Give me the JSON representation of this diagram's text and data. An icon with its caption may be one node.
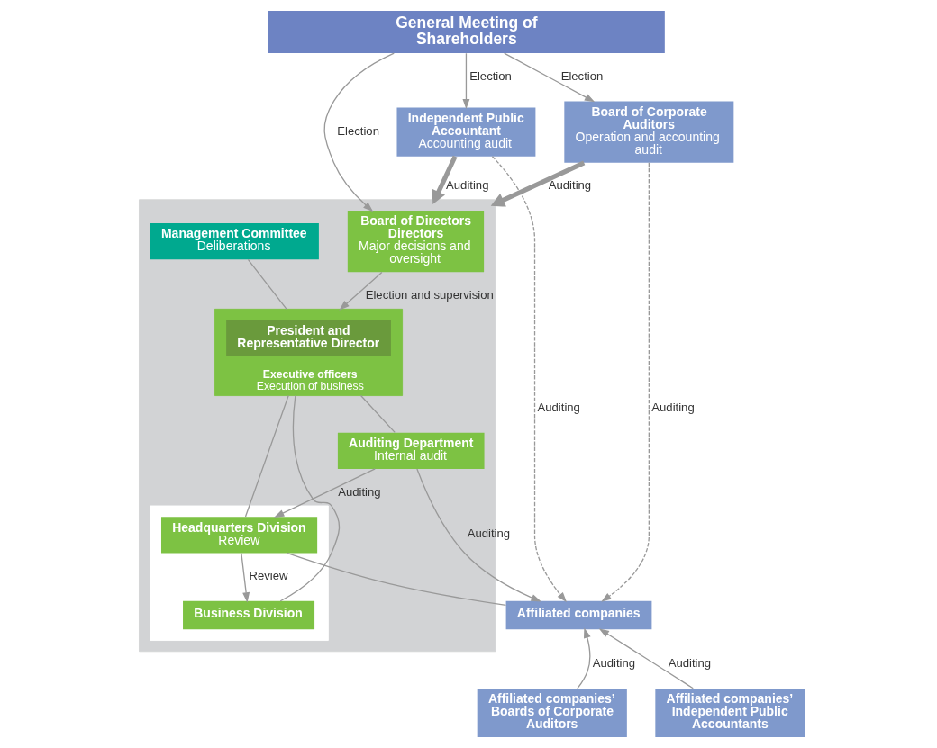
{
  "diagram": {
    "nodes": [
      {
        "text": [
          "General Meeting of Shareholders"
        ]
      },
      {
        "text": [
          "Board of Corporate Auditors",
          "Operation and accounting audit"
        ]
      },
      {
        "text": [],
        "shape": "box"
      },
      {
        "text": [
          "Board of Directors",
          "Directors",
          "Major decisions and oversight"
        ],
        "in": 2
      },
      {
        "text": [
          "Management Committee",
          "Deliberations"
        ],
        "in": 2
      },
      {
        "text": [
          "Executive officers",
          "Execution of business"
        ],
        "in": 2
      },
      {
        "text": [
          "President and Representative Director"
        ],
        "in": 5
      },
      {
        "text": [
          "Auditing Department",
          "Internal audit"
        ],
        "in": 2
      },
      {
        "text": [],
        "shape": "box",
        "in": 2
      },
      {
        "text": [
          "Headquarters Division",
          "Review"
        ],
        "in": 8
      },
      {
        "text": [
          "Business Division"
        ],
        "in": 8
      },
      {
        "text": [
          "Independent Public Accountant",
          "Accounting audit"
        ]
      },
      {
        "text": [
          "Affiliated companies"
        ]
      },
      {
        "text": [
          "Affiliated companies’ Boards of Corporate Auditors"
        ]
      },
      {
        "text": [
          "Affiliated companies’ Independent Public Accountants"
        ]
      }
    ],
    "edges": [
      {
        "from": 0,
        "to": 1,
        "arrow": "to",
        "label": "Election"
      },
      {
        "from": 0,
        "to": 3,
        "arrow": "to",
        "label": "Election"
      },
      {
        "from": 0,
        "to": 11,
        "arrow": "to",
        "label": "Election"
      },
      {
        "from": 3,
        "to": 5,
        "arrow": "to",
        "label": "Election and supervision"
      },
      {
        "from": 1,
        "to": 2,
        "arrow": "to",
        "label": "Auditing",
        "style": "thick"
      },
      {
        "from": 11,
        "to": 2,
        "arrow": "to",
        "label": "Auditing",
        "style": "thick"
      },
      {
        "from": 4,
        "to": 5,
        "arrow": "none"
      },
      {
        "from": 5,
        "to": 7,
        "arrow": "none"
      },
      {
        "from": 5,
        "to": 9,
        "arrow": "none"
      },
      {
        "from": 5,
        "to": 10,
        "arrow": "none"
      },
      {
        "from": 7,
        "to": 9,
        "arrow": "to",
        "label": "Auditing"
      },
      {
        "from": 9,
        "to": 10,
        "arrow": "to",
        "label": "Review"
      },
      {
        "from": 7,
        "to": 12,
        "arrow": "to",
        "label": "Auditing"
      },
      {
        "from": 9,
        "to": 12,
        "arrow": "none"
      },
      {
        "from": 1,
        "to": 12,
        "arrow": "to",
        "label": "Auditing",
        "style": "dashed"
      },
      {
        "from": 11,
        "to": 12,
        "arrow": "to",
        "label": "Auditing",
        "style": "dashed"
      },
      {
        "from": 13,
        "to": 12,
        "arrow": "to",
        "label": "Auditing"
      },
      {
        "from": 14,
        "to": 12,
        "arrow": "to",
        "label": "Auditing"
      }
    ]
  }
}
